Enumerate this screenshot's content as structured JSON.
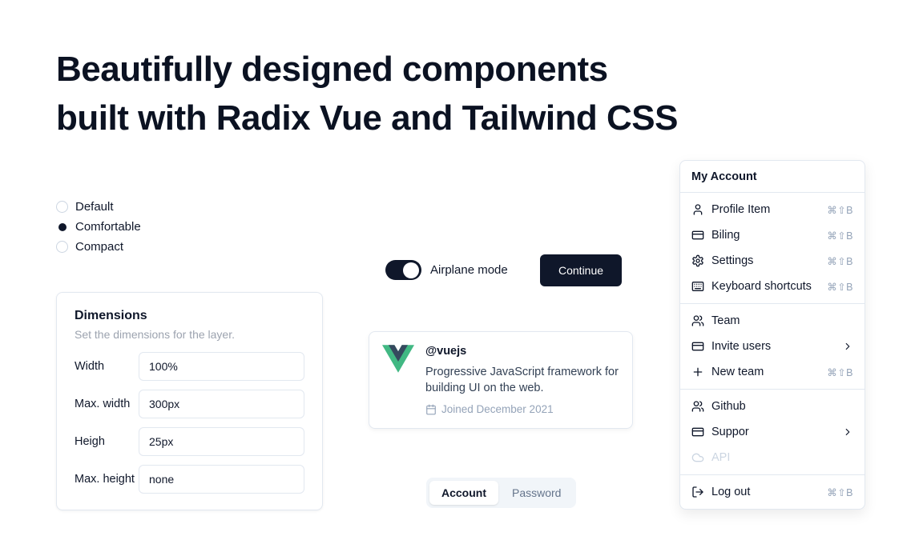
{
  "heading": {
    "line1": "Beautifully designed components",
    "line2": "built with Radix Vue and Tailwind CSS"
  },
  "radio_group": {
    "options": [
      {
        "label": "Default",
        "selected": false
      },
      {
        "label": "Comfortable",
        "selected": true
      },
      {
        "label": "Compact",
        "selected": false
      }
    ]
  },
  "dimensions_card": {
    "title": "Dimensions",
    "subtitle": "Set the dimensions for the layer.",
    "fields": [
      {
        "label": "Width",
        "value": "100%"
      },
      {
        "label": "Max. width",
        "value": "300px"
      },
      {
        "label": "Heigh",
        "value": "25px"
      },
      {
        "label": "Max. height",
        "value": "none"
      }
    ]
  },
  "airplane": {
    "label": "Airplane mode",
    "on": true
  },
  "continue_button": {
    "label": "Continue"
  },
  "vue_card": {
    "handle": "@vuejs",
    "description": "Progressive JavaScript framework for building UI on the web.",
    "joined": "Joined December 2021"
  },
  "tabs": {
    "items": [
      {
        "label": "Account",
        "active": true
      },
      {
        "label": "Password",
        "active": false
      }
    ]
  },
  "menu": {
    "title": "My Account",
    "groups": [
      {
        "items": [
          {
            "label": "Profile Item",
            "shortcut": "⌘⇧B",
            "icon": "user"
          },
          {
            "label": "Biling",
            "shortcut": "⌘⇧B",
            "icon": "credit-card"
          },
          {
            "label": "Settings",
            "shortcut": "⌘⇧B",
            "icon": "gear"
          },
          {
            "label": "Keyboard shortcuts",
            "shortcut": "⌘⇧B",
            "icon": "keyboard"
          }
        ]
      },
      {
        "items": [
          {
            "label": "Team",
            "icon": "users"
          },
          {
            "label": "Invite users",
            "icon": "card",
            "submenu": true
          },
          {
            "label": "New team",
            "shortcut": "⌘⇧B",
            "icon": "plus"
          }
        ]
      },
      {
        "items": [
          {
            "label": "Github",
            "icon": "github"
          },
          {
            "label": "Suppor",
            "icon": "card",
            "submenu": true
          },
          {
            "label": "API",
            "icon": "cloud",
            "disabled": true
          }
        ]
      },
      {
        "items": [
          {
            "label": "Log out",
            "shortcut": "⌘⇧B",
            "icon": "log-out"
          }
        ]
      }
    ]
  },
  "colors": {
    "accent": "#0f172a",
    "border": "#e2e8f0",
    "muted": "#94a3b8",
    "tab_bg": "#f1f5f9",
    "vue_green": "#41b883",
    "vue_navy": "#35495e"
  }
}
